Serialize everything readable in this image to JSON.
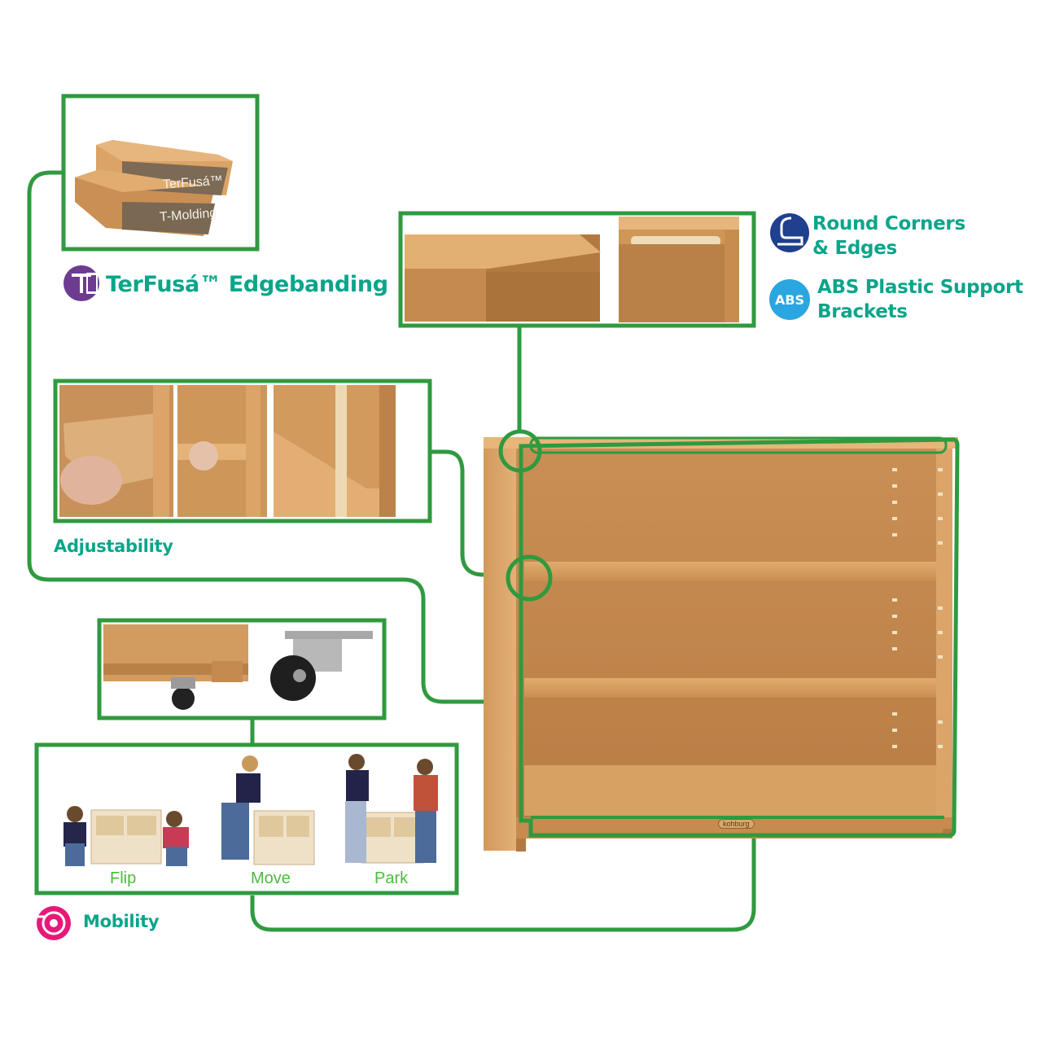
{
  "features": {
    "terfusa": {
      "title": "TerFusá™ Edgebanding",
      "label_top": "TerFusá™",
      "label_bottom": "T-Molding",
      "icon": "terfusa-t-icon"
    },
    "round": {
      "title_line1": "Round Corners",
      "title_line2": "& Edges",
      "icon": "round-corner-icon"
    },
    "abs": {
      "badge": "ABS",
      "title_line1": "ABS Plastic Support",
      "title_line2": "Brackets"
    },
    "adjust": {
      "title": "Adjustability"
    },
    "mobility": {
      "title": "Mobility",
      "icon": "target-mobility-icon",
      "captions": [
        "Flip",
        "Move",
        "Park"
      ]
    }
  },
  "brand": "kohburg",
  "colors": {
    "frame_green": "#2f9a3f",
    "title_teal": "#0aa58a",
    "caption_green": "#4bbd3c",
    "icon_purple": "#6d3b8f",
    "icon_navy": "#1f3f8f",
    "abs_blue": "#2aa6e0",
    "mobility_pink": "#e6197a",
    "wood": "#d9a465"
  }
}
